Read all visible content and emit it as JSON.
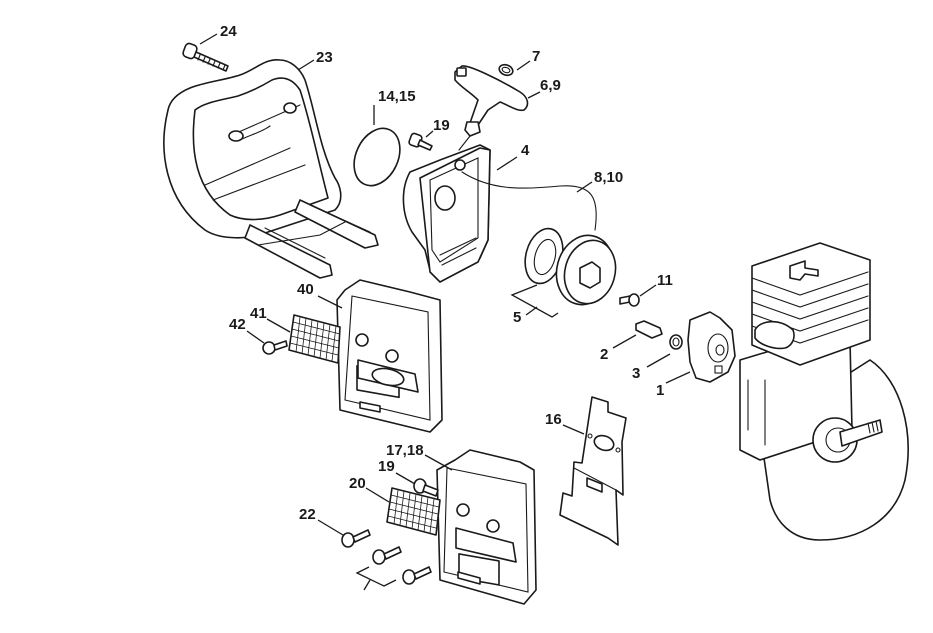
{
  "diagram": {
    "type": "exploded parts diagram",
    "subject": "engine starter, fan housing and muffler assembly",
    "colors": {
      "line": "#1a1a1a",
      "background": "#ffffff"
    },
    "callouts": [
      {
        "id": "c24",
        "label": "24",
        "part": "screw"
      },
      {
        "id": "c23",
        "label": "23",
        "part": "fan housing"
      },
      {
        "id": "c14_15",
        "label": "14,15",
        "part": "ring / gasket"
      },
      {
        "id": "c19a",
        "label": "19",
        "part": "screw"
      },
      {
        "id": "c7",
        "label": "7",
        "part": "grommet"
      },
      {
        "id": "c6_9",
        "label": "6,9",
        "part": "starter grip"
      },
      {
        "id": "c4",
        "label": "4",
        "part": "starter housing"
      },
      {
        "id": "c8_10",
        "label": "8,10",
        "part": "starter rope"
      },
      {
        "id": "c5",
        "label": "5",
        "part": "rewind spring / rope rotor"
      },
      {
        "id": "c11",
        "label": "11",
        "part": "screw"
      },
      {
        "id": "c2",
        "label": "2",
        "part": "pawl"
      },
      {
        "id": "c3",
        "label": "3",
        "part": "spring"
      },
      {
        "id": "c1",
        "label": "1",
        "part": "flywheel / fan"
      },
      {
        "id": "c40",
        "label": "40",
        "part": "muffler"
      },
      {
        "id": "c41",
        "label": "41",
        "part": "screen"
      },
      {
        "id": "c42",
        "label": "42",
        "part": "screw"
      },
      {
        "id": "c16",
        "label": "16",
        "part": "heat shield"
      },
      {
        "id": "c17_18",
        "label": "17,18",
        "part": "muffler"
      },
      {
        "id": "c19b",
        "label": "19",
        "part": "screw"
      },
      {
        "id": "c20",
        "label": "20",
        "part": "screen"
      },
      {
        "id": "c22",
        "label": "22",
        "part": "screw"
      },
      {
        "id": "c_bracket",
        "label": "",
        "part": "screws (bracket group)"
      }
    ]
  }
}
